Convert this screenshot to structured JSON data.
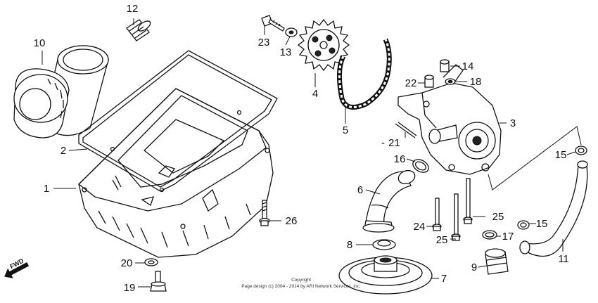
{
  "callouts": [
    {
      "id": "1",
      "text": "1"
    },
    {
      "id": "2",
      "text": "2"
    },
    {
      "id": "3",
      "text": "3"
    },
    {
      "id": "4",
      "text": "4"
    },
    {
      "id": "5",
      "text": "5"
    },
    {
      "id": "6",
      "text": "6"
    },
    {
      "id": "7",
      "text": "7"
    },
    {
      "id": "8",
      "text": "8"
    },
    {
      "id": "9",
      "text": "9"
    },
    {
      "id": "10",
      "text": "10"
    },
    {
      "id": "11",
      "text": "11"
    },
    {
      "id": "12",
      "text": "12"
    },
    {
      "id": "13",
      "text": "13"
    },
    {
      "id": "14",
      "text": "14"
    },
    {
      "id": "15a",
      "text": "15"
    },
    {
      "id": "15b",
      "text": "15"
    },
    {
      "id": "16",
      "text": "16"
    },
    {
      "id": "17",
      "text": "17"
    },
    {
      "id": "18",
      "text": "18"
    },
    {
      "id": "19",
      "text": "19"
    },
    {
      "id": "20",
      "text": "20"
    },
    {
      "id": "21",
      "text": "21"
    },
    {
      "id": "22",
      "text": "22"
    },
    {
      "id": "23",
      "text": "23"
    },
    {
      "id": "24",
      "text": "24"
    },
    {
      "id": "25a",
      "text": "25"
    },
    {
      "id": "25b",
      "text": "25"
    },
    {
      "id": "26",
      "text": "26"
    }
  ],
  "fwd_label": "FWD",
  "copyright": {
    "line1": "Copyright",
    "line2": "Page design (c) 2004 - 2014 by ARI Network Services, Inc."
  }
}
